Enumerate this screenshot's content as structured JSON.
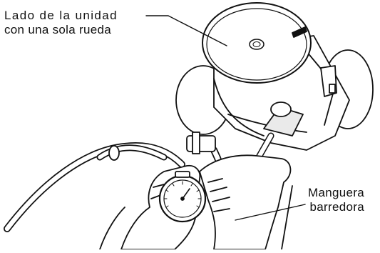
{
  "callouts": {
    "wheel_side": {
      "line1": "Lado de la unidad",
      "line2": "con una sola rueda"
    },
    "hose": {
      "line1": "Manguera",
      "line2": "barredora"
    }
  },
  "colors": {
    "ink": "#111111",
    "background": "#ffffff",
    "shade": "#d0d0d0"
  },
  "icons": [
    "pool-cleaner-unit",
    "pressure-gauge",
    "hands",
    "hose",
    "foam-scrubber"
  ]
}
